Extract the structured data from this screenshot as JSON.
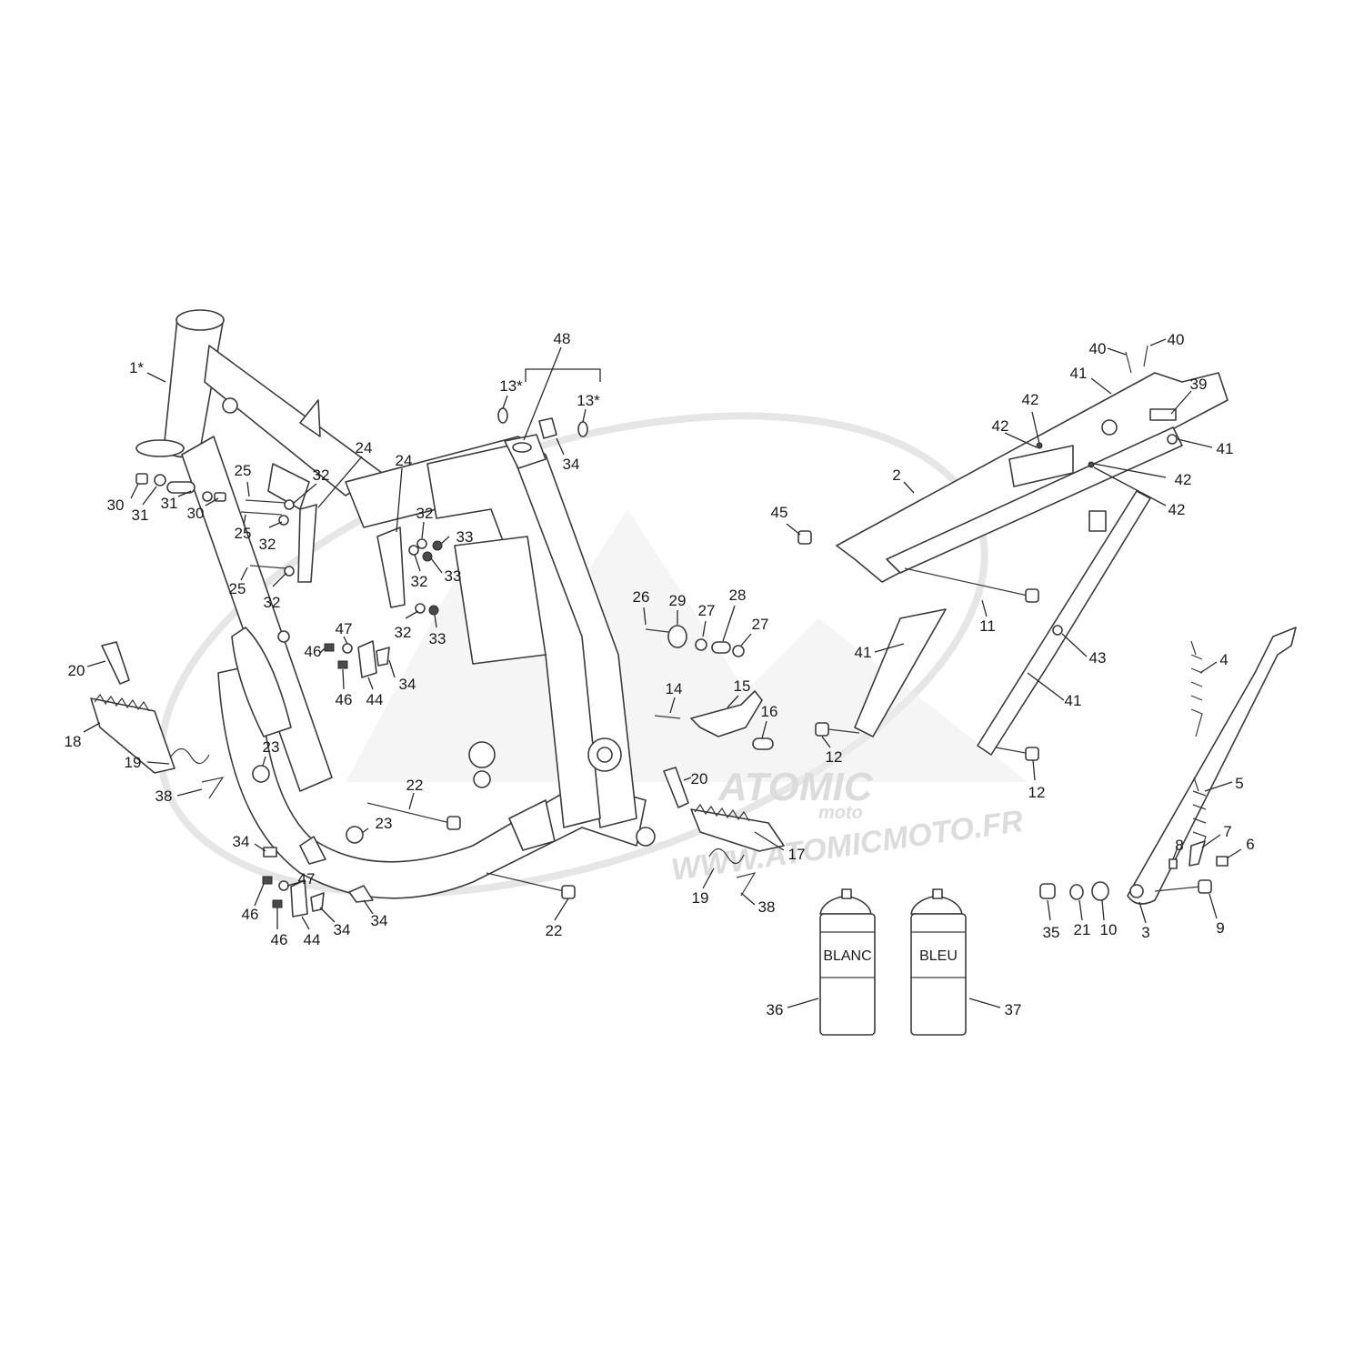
{
  "watermark": {
    "logo_word": "ATOMIC",
    "logo_sub": "moto",
    "url": "WWW.ATOMICMOTO.FR"
  },
  "cans": {
    "white": "BLANC",
    "blue": "BLEU"
  },
  "callouts": [
    {
      "id": "c1",
      "text": "1*"
    },
    {
      "id": "c2",
      "text": "2"
    },
    {
      "id": "c3",
      "text": "3"
    },
    {
      "id": "c4",
      "text": "4"
    },
    {
      "id": "c5",
      "text": "5"
    },
    {
      "id": "c6",
      "text": "6"
    },
    {
      "id": "c7",
      "text": "7"
    },
    {
      "id": "c8",
      "text": "8"
    },
    {
      "id": "c9",
      "text": "9"
    },
    {
      "id": "c10",
      "text": "10"
    },
    {
      "id": "c11",
      "text": "11"
    },
    {
      "id": "c12a",
      "text": "12"
    },
    {
      "id": "c12b",
      "text": "12"
    },
    {
      "id": "c13a",
      "text": "13*"
    },
    {
      "id": "c13b",
      "text": "13*"
    },
    {
      "id": "c14",
      "text": "14"
    },
    {
      "id": "c15",
      "text": "15"
    },
    {
      "id": "c16",
      "text": "16"
    },
    {
      "id": "c17",
      "text": "17"
    },
    {
      "id": "c18",
      "text": "18"
    },
    {
      "id": "c19a",
      "text": "19"
    },
    {
      "id": "c19b",
      "text": "19"
    },
    {
      "id": "c20a",
      "text": "20"
    },
    {
      "id": "c20b",
      "text": "20"
    },
    {
      "id": "c21",
      "text": "21"
    },
    {
      "id": "c22a",
      "text": "22"
    },
    {
      "id": "c22b",
      "text": "22"
    },
    {
      "id": "c23a",
      "text": "23"
    },
    {
      "id": "c23b",
      "text": "23"
    },
    {
      "id": "c24a",
      "text": "24"
    },
    {
      "id": "c24b",
      "text": "24"
    },
    {
      "id": "c25a",
      "text": "25"
    },
    {
      "id": "c25b",
      "text": "25"
    },
    {
      "id": "c25c",
      "text": "25"
    },
    {
      "id": "c26",
      "text": "26"
    },
    {
      "id": "c27a",
      "text": "27"
    },
    {
      "id": "c27b",
      "text": "27"
    },
    {
      "id": "c28",
      "text": "28"
    },
    {
      "id": "c29",
      "text": "29"
    },
    {
      "id": "c30a",
      "text": "30"
    },
    {
      "id": "c30b",
      "text": "30"
    },
    {
      "id": "c31a",
      "text": "31"
    },
    {
      "id": "c31b",
      "text": "31"
    },
    {
      "id": "c32a",
      "text": "32"
    },
    {
      "id": "c32b",
      "text": "32"
    },
    {
      "id": "c32c",
      "text": "32"
    },
    {
      "id": "c32d",
      "text": "32"
    },
    {
      "id": "c32e",
      "text": "32"
    },
    {
      "id": "c32f",
      "text": "32"
    },
    {
      "id": "c33a",
      "text": "33"
    },
    {
      "id": "c33b",
      "text": "33"
    },
    {
      "id": "c33c",
      "text": "33"
    },
    {
      "id": "c34a",
      "text": "34"
    },
    {
      "id": "c34b",
      "text": "34"
    },
    {
      "id": "c34c",
      "text": "34"
    },
    {
      "id": "c34d",
      "text": "34"
    },
    {
      "id": "c34e",
      "text": "34"
    },
    {
      "id": "c35",
      "text": "35"
    },
    {
      "id": "c36",
      "text": "36"
    },
    {
      "id": "c37",
      "text": "37"
    },
    {
      "id": "c38a",
      "text": "38"
    },
    {
      "id": "c38b",
      "text": "38"
    },
    {
      "id": "c39",
      "text": "39"
    },
    {
      "id": "c40a",
      "text": "40"
    },
    {
      "id": "c40b",
      "text": "40"
    },
    {
      "id": "c41a",
      "text": "41"
    },
    {
      "id": "c41b",
      "text": "41"
    },
    {
      "id": "c41c",
      "text": "41"
    },
    {
      "id": "c41d",
      "text": "41"
    },
    {
      "id": "c42a",
      "text": "42"
    },
    {
      "id": "c42b",
      "text": "42"
    },
    {
      "id": "c42c",
      "text": "42"
    },
    {
      "id": "c42d",
      "text": "42"
    },
    {
      "id": "c43",
      "text": "43"
    },
    {
      "id": "c44a",
      "text": "44"
    },
    {
      "id": "c44b",
      "text": "44"
    },
    {
      "id": "c45",
      "text": "45"
    },
    {
      "id": "c46a",
      "text": "46"
    },
    {
      "id": "c46b",
      "text": "46"
    },
    {
      "id": "c46c",
      "text": "46"
    },
    {
      "id": "c46d",
      "text": "46"
    },
    {
      "id": "c47a",
      "text": "47"
    },
    {
      "id": "c47b",
      "text": "47"
    },
    {
      "id": "c48",
      "text": "48"
    }
  ]
}
